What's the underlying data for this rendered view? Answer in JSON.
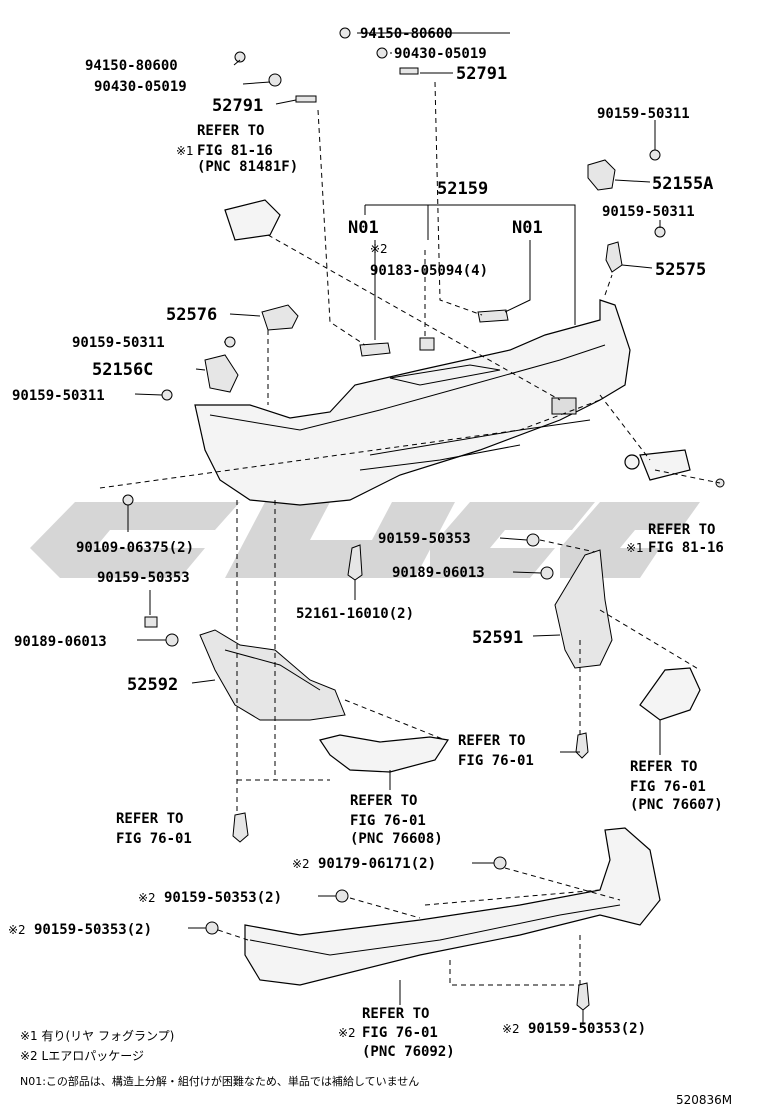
{
  "diagram_id": "520836M",
  "callouts": {
    "c1": "94150-80600",
    "c2": "90430-05019",
    "c3": "52791",
    "c4": "94150-80600",
    "c5": "90430-05019",
    "c6": "52791",
    "c7": "90159-50311",
    "c8": "52155A",
    "c9": "90159-50311",
    "c10": "52575",
    "c11": "52159",
    "c12": "N01",
    "c13": "N01",
    "c14": "90183-05094(4)",
    "c15": "52576",
    "c16": "90159-50311",
    "c17": "52156C",
    "c18": "90159-50311",
    "c19": "90109-06375(2)",
    "c20": "90159-50353",
    "c21": "90189-06013",
    "c22": "52161-16010(2)",
    "c23": "52591",
    "c24": "90159-50353",
    "c25": "90189-06013",
    "c26": "52592",
    "c27": "90179-06171(2)",
    "c28": "90159-50353(2)",
    "c29": "90159-50353(2)",
    "c30": "90159-50353(2)"
  },
  "marks": {
    "m1": "※1",
    "m2": "※2",
    "m3": "※1",
    "m4": "※2",
    "m5": "※2",
    "m6": "※2",
    "m7": "※2",
    "m8": "※2"
  },
  "refers": {
    "r1": [
      "REFER TO",
      "FIG 81-16",
      "(PNC 81481F)"
    ],
    "r2": [
      "REFER TO",
      "FIG 81-16"
    ],
    "r3": [
      "REFER TO",
      "FIG 76-01"
    ],
    "r4": [
      "REFER TO",
      "FIG 76-01",
      "(PNC 76608)"
    ],
    "r5": [
      "REFER TO",
      "FIG 76-01",
      "(PNC 76607)"
    ],
    "r6": [
      "REFER TO",
      "FIG 76-01"
    ],
    "r7": [
      "REFER TO",
      "FIG 76-01",
      "(PNC 76092)"
    ]
  },
  "notes": {
    "n1": "※1 有り(リヤ フォグランプ)",
    "n2": "※2 Lエアロパッケージ",
    "n3": "N01:この部品は、構造上分解・組付けが困難なため、単品では補給していません"
  },
  "watermark_color": "#c8c8c8"
}
